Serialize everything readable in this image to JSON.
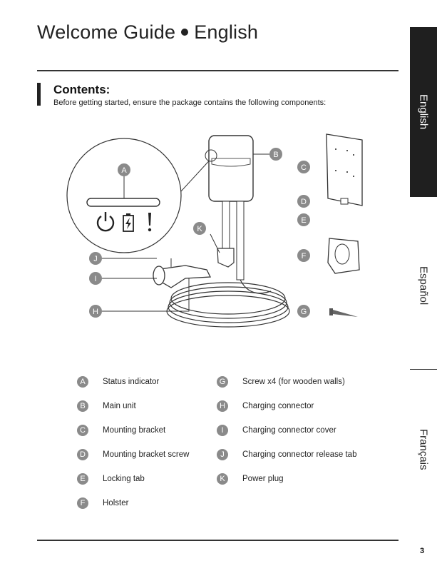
{
  "header": {
    "title_left": "Welcome Guide",
    "title_right": "English"
  },
  "contents": {
    "heading": "Contents:",
    "intro": "Before getting started, ensure the package contains the following components:"
  },
  "components": [
    {
      "letter": "A",
      "label": "Status indicator"
    },
    {
      "letter": "B",
      "label": "Main unit"
    },
    {
      "letter": "C",
      "label": "Mounting bracket"
    },
    {
      "letter": "D",
      "label": "Mounting bracket screw"
    },
    {
      "letter": "E",
      "label": "Locking tab"
    },
    {
      "letter": "F",
      "label": "Holster"
    },
    {
      "letter": "G",
      "label": "Screw x4 (for wooden walls)"
    },
    {
      "letter": "H",
      "label": "Charging connector"
    },
    {
      "letter": "I",
      "label": "Charging connector cover"
    },
    {
      "letter": "J",
      "label": "Charging connector release tab"
    },
    {
      "letter": "K",
      "label": "Power plug"
    }
  ],
  "status_icons": [
    "power-icon",
    "battery-charging-icon",
    "exclamation-icon"
  ],
  "side_tabs": [
    {
      "label": "English",
      "active": true
    },
    {
      "label": "Español",
      "active": false
    },
    {
      "label": "Français",
      "active": false
    }
  ],
  "page_number": "3",
  "colors": {
    "badge": "#8a8a8a",
    "tab_active": "#1f1f1f",
    "text": "#222222"
  }
}
